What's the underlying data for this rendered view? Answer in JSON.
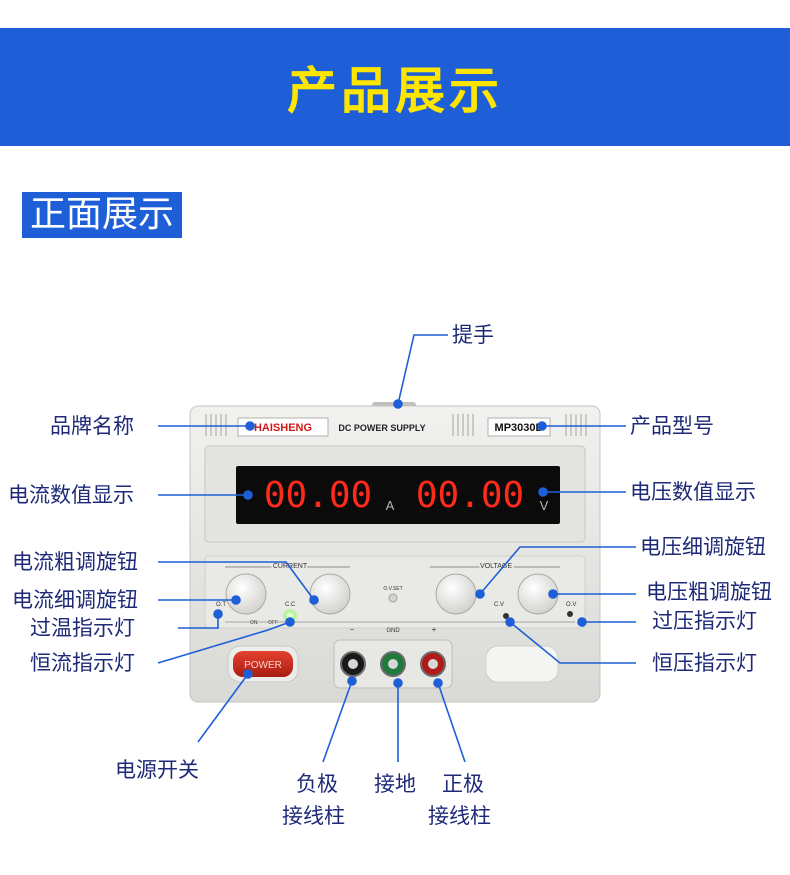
{
  "banner": {
    "title": "产品展示"
  },
  "section": {
    "title": "正面展示"
  },
  "device": {
    "brand": "HAISHENG",
    "subtitle": "DC POWER SUPPLY",
    "model": "MP3030D",
    "current_reading": "00.00",
    "current_unit": "A",
    "voltage_reading": "00.00",
    "voltage_unit": "V",
    "current_group": "CURRENT",
    "voltage_group": "VOLTAGE",
    "ot_label": "O.T",
    "cc_label": "C.C",
    "cv_label": "C.V",
    "ov_label": "O.V",
    "ovset_label": "O.V.SET",
    "on_label": "ON",
    "off_label": "OFF",
    "minus_label": "−",
    "gnd_label": "GND",
    "plus_label": "+",
    "power_label": "POWER"
  },
  "labels": {
    "handle": "提手",
    "brand": "品牌名称",
    "model": "产品型号",
    "current_display": "电流数值显示",
    "voltage_display": "电压数值显示",
    "current_coarse": "电流粗调旋钮",
    "voltage_fine": "电压细调旋钮",
    "current_fine": "电流细调旋钮",
    "voltage_coarse": "电压粗调旋钮",
    "over_temp": "过温指示灯",
    "over_voltage": "过压指示灯",
    "constant_current": "恒流指示灯",
    "constant_voltage": "恒压指示灯",
    "power_switch": "电源开关",
    "negative_1": "负极",
    "negative_2": "接线柱",
    "ground": "接地",
    "positive_1": "正极",
    "positive_2": "接线柱"
  },
  "colors": {
    "banner": "#1e5fd8",
    "title": "#ffe600",
    "label": "#1e2a78",
    "led": "#ff2a1a",
    "pointer": "#1e5fd8"
  }
}
